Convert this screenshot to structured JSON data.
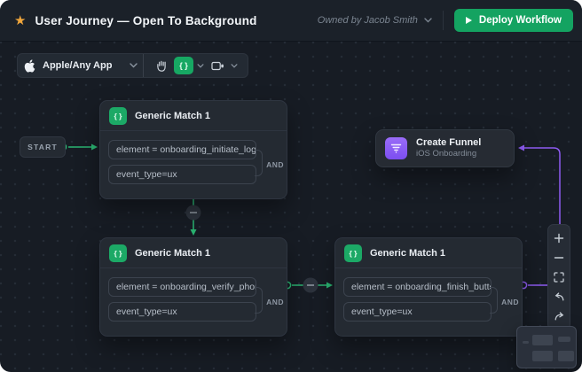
{
  "header": {
    "title": "User Journey — Open To Background",
    "owned_by": "Owned by Jacob Smith",
    "deploy_button": "Deploy Workflow"
  },
  "toolbar": {
    "app_selector": "Apple/Any App",
    "code_toggle": "{ }"
  },
  "canvas": {
    "start_label": "START",
    "match_nodes": [
      {
        "title": "Generic Match 1",
        "conditions": [
          "element = onboarding_initiate_login",
          "event_type=ux"
        ],
        "operator": "AND"
      },
      {
        "title": "Generic Match 1",
        "conditions": [
          "element = onboarding_verify_phone",
          "event_type=ux"
        ],
        "operator": "AND"
      },
      {
        "title": "Generic Match 1",
        "conditions": [
          "element = onboarding_finish_button",
          "event_type=ux"
        ],
        "operator": "AND"
      }
    ],
    "funnel_node": {
      "title": "Create Funnel",
      "subtitle": "iOS Onboarding"
    }
  },
  "zoom_toolbar": {
    "items": [
      "zoom-in",
      "zoom-out",
      "fit-view",
      "undo",
      "redo"
    ]
  },
  "icons": {
    "star": "★",
    "code_glyph": "{ }",
    "names": [
      "star-icon",
      "apple-icon",
      "hand-icon",
      "code-icon",
      "camera-icon",
      "chevron-down-icon",
      "play-icon",
      "funnel-icon",
      "minus-icon",
      "plus-icon",
      "fit-view-icon",
      "undo-icon",
      "redo-icon"
    ]
  },
  "colors": {
    "accent_green": "#1ca966",
    "connector_green": "#2bb673",
    "accent_purple": "#8e5bf2",
    "deploy_green": "#14a361",
    "star_orange": "#f0a63c"
  }
}
